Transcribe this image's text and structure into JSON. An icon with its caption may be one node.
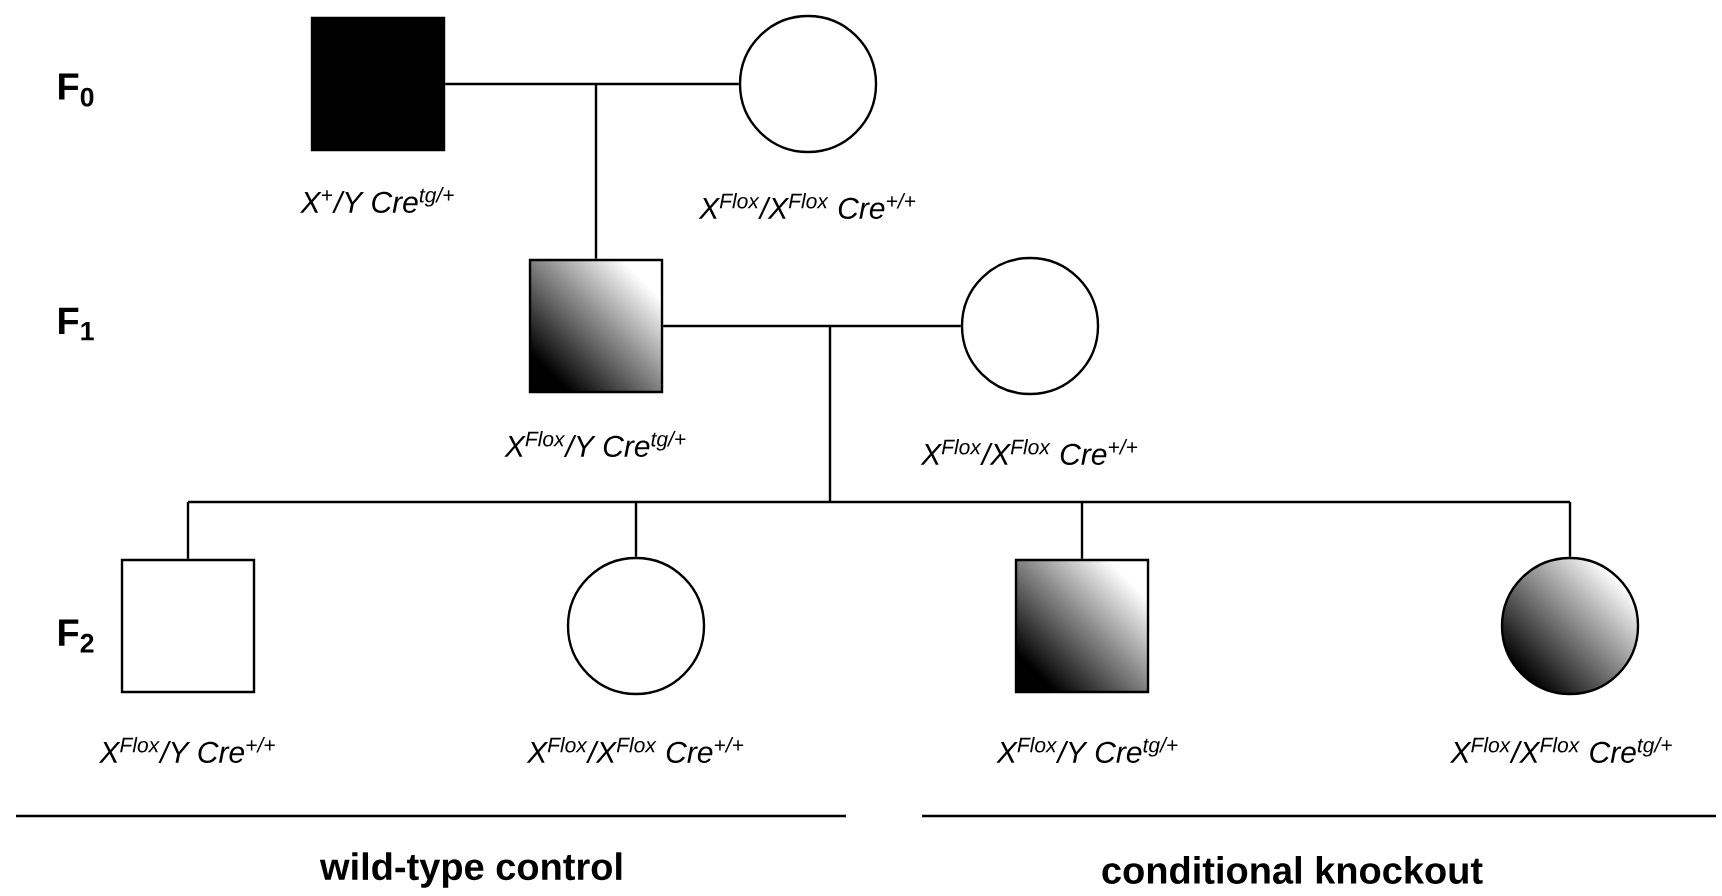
{
  "diagram": {
    "nodes": [
      {
        "text": [],
        "shape": "box",
        "beside": [
          "X$^{+}$/Y Cre$^{tg/+}$"
        ]
      },
      {
        "text": [],
        "shape": "circle",
        "beside": [
          "X$^{Flox}$/X$^{Flox}$ Cre$^{+/+}$"
        ]
      },
      {
        "text": [],
        "shape": "box",
        "beside": [
          "X$^{Flox}$/Y Cre$^{tg/+}$"
        ]
      },
      {
        "text": [],
        "shape": "circle",
        "beside": [
          "X$^{Flox}$/X$^{Flox}$ Cre$^{+/+}$"
        ]
      },
      {
        "text": [],
        "shape": "box",
        "beside": [
          "X$^{Flox}$/Y Cre$^{+/+}$"
        ]
      },
      {
        "text": [],
        "shape": "circle",
        "beside": [
          "X$^{Flox}$/X$^{Flox}$ Cre$^{+/+}$"
        ]
      },
      {
        "text": [],
        "shape": "box",
        "beside": [
          "X$^{Flox}$/Y Cre$^{tg/+}$"
        ]
      },
      {
        "text": [],
        "shape": "circle",
        "beside": [
          "X$^{Flox}$/X$^{Flox}$ Cre$^{tg/+}$"
        ]
      }
    ],
    "edges": [
      {
        "from": 0,
        "to": 1,
        "arrow": "none"
      },
      {
        "from": 0,
        "to": 2,
        "arrow": "none"
      },
      {
        "from": 1,
        "to": 2,
        "arrow": "none"
      },
      {
        "from": 2,
        "to": 3,
        "arrow": "none"
      },
      {
        "from": 2,
        "to": 4,
        "arrow": "none"
      },
      {
        "from": 3,
        "to": 4,
        "arrow": "none"
      },
      {
        "from": 2,
        "to": 5,
        "arrow": "none"
      },
      {
        "from": 3,
        "to": 5,
        "arrow": "none"
      },
      {
        "from": 2,
        "to": 6,
        "arrow": "none"
      },
      {
        "from": 3,
        "to": 6,
        "arrow": "none"
      },
      {
        "from": 2,
        "to": 7,
        "arrow": "none"
      },
      {
        "from": 3,
        "to": 7,
        "arrow": "none"
      }
    ],
    "labels": [
      "F$_{0}$",
      "F$_{1}$",
      "F$_{2}$",
      "wild-type control",
      "conditional knockout"
    ]
  }
}
